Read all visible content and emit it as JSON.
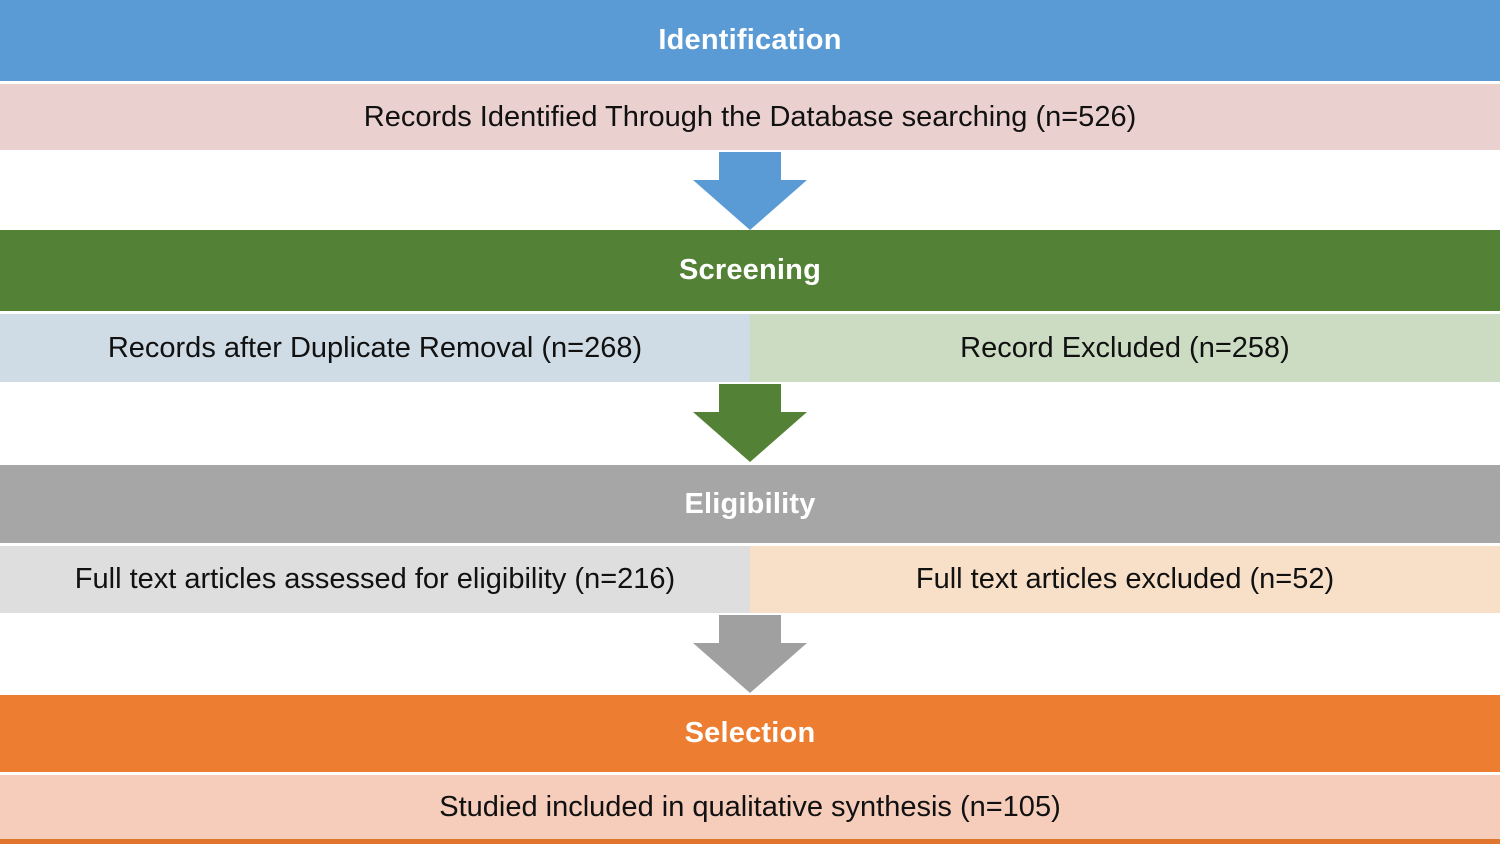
{
  "diagram": {
    "type": "prisma-flow",
    "background": "#ffffff",
    "text_color": "#111111",
    "header_text_color": "#ffffff",
    "sections": [
      {
        "id": "identification",
        "header": {
          "label": "Identification",
          "bg": "#5B9BD5"
        },
        "cells": [
          {
            "text": "Records Identified Through the Database searching (n=526)",
            "bg": "#EAD1D0"
          }
        ],
        "arrow": {
          "name": "down-arrow",
          "color": "#5B9BD5"
        }
      },
      {
        "id": "screening",
        "header": {
          "label": "Screening",
          "bg": "#538135"
        },
        "cells": [
          {
            "text": "Records after Duplicate Removal (n=268)",
            "bg": "#CFDCE5"
          },
          {
            "text": "Record Excluded (n=258)",
            "bg": "#CBDCC3"
          }
        ],
        "arrow": {
          "name": "down-arrow",
          "color": "#538135"
        }
      },
      {
        "id": "eligibility",
        "header": {
          "label": "Eligibility",
          "bg": "#A6A6A6"
        },
        "cells": [
          {
            "text": "Full text articles assessed for eligibility (n=216)",
            "bg": "#DEDEDE"
          },
          {
            "text": "Full text articles excluded (n=52)",
            "bg": "#F8E0C8"
          }
        ],
        "arrow": {
          "name": "down-arrow",
          "color": "#A0A0A0"
        }
      },
      {
        "id": "selection",
        "header": {
          "label": "Selection",
          "bg": "#ED7D31"
        },
        "cells": [
          {
            "text": "Studied included in qualitative synthesis (n=105)",
            "bg": "#F6CCBB"
          }
        ],
        "arrow": null
      }
    ],
    "bottom_strip": {
      "bg": "#E0762E"
    }
  }
}
